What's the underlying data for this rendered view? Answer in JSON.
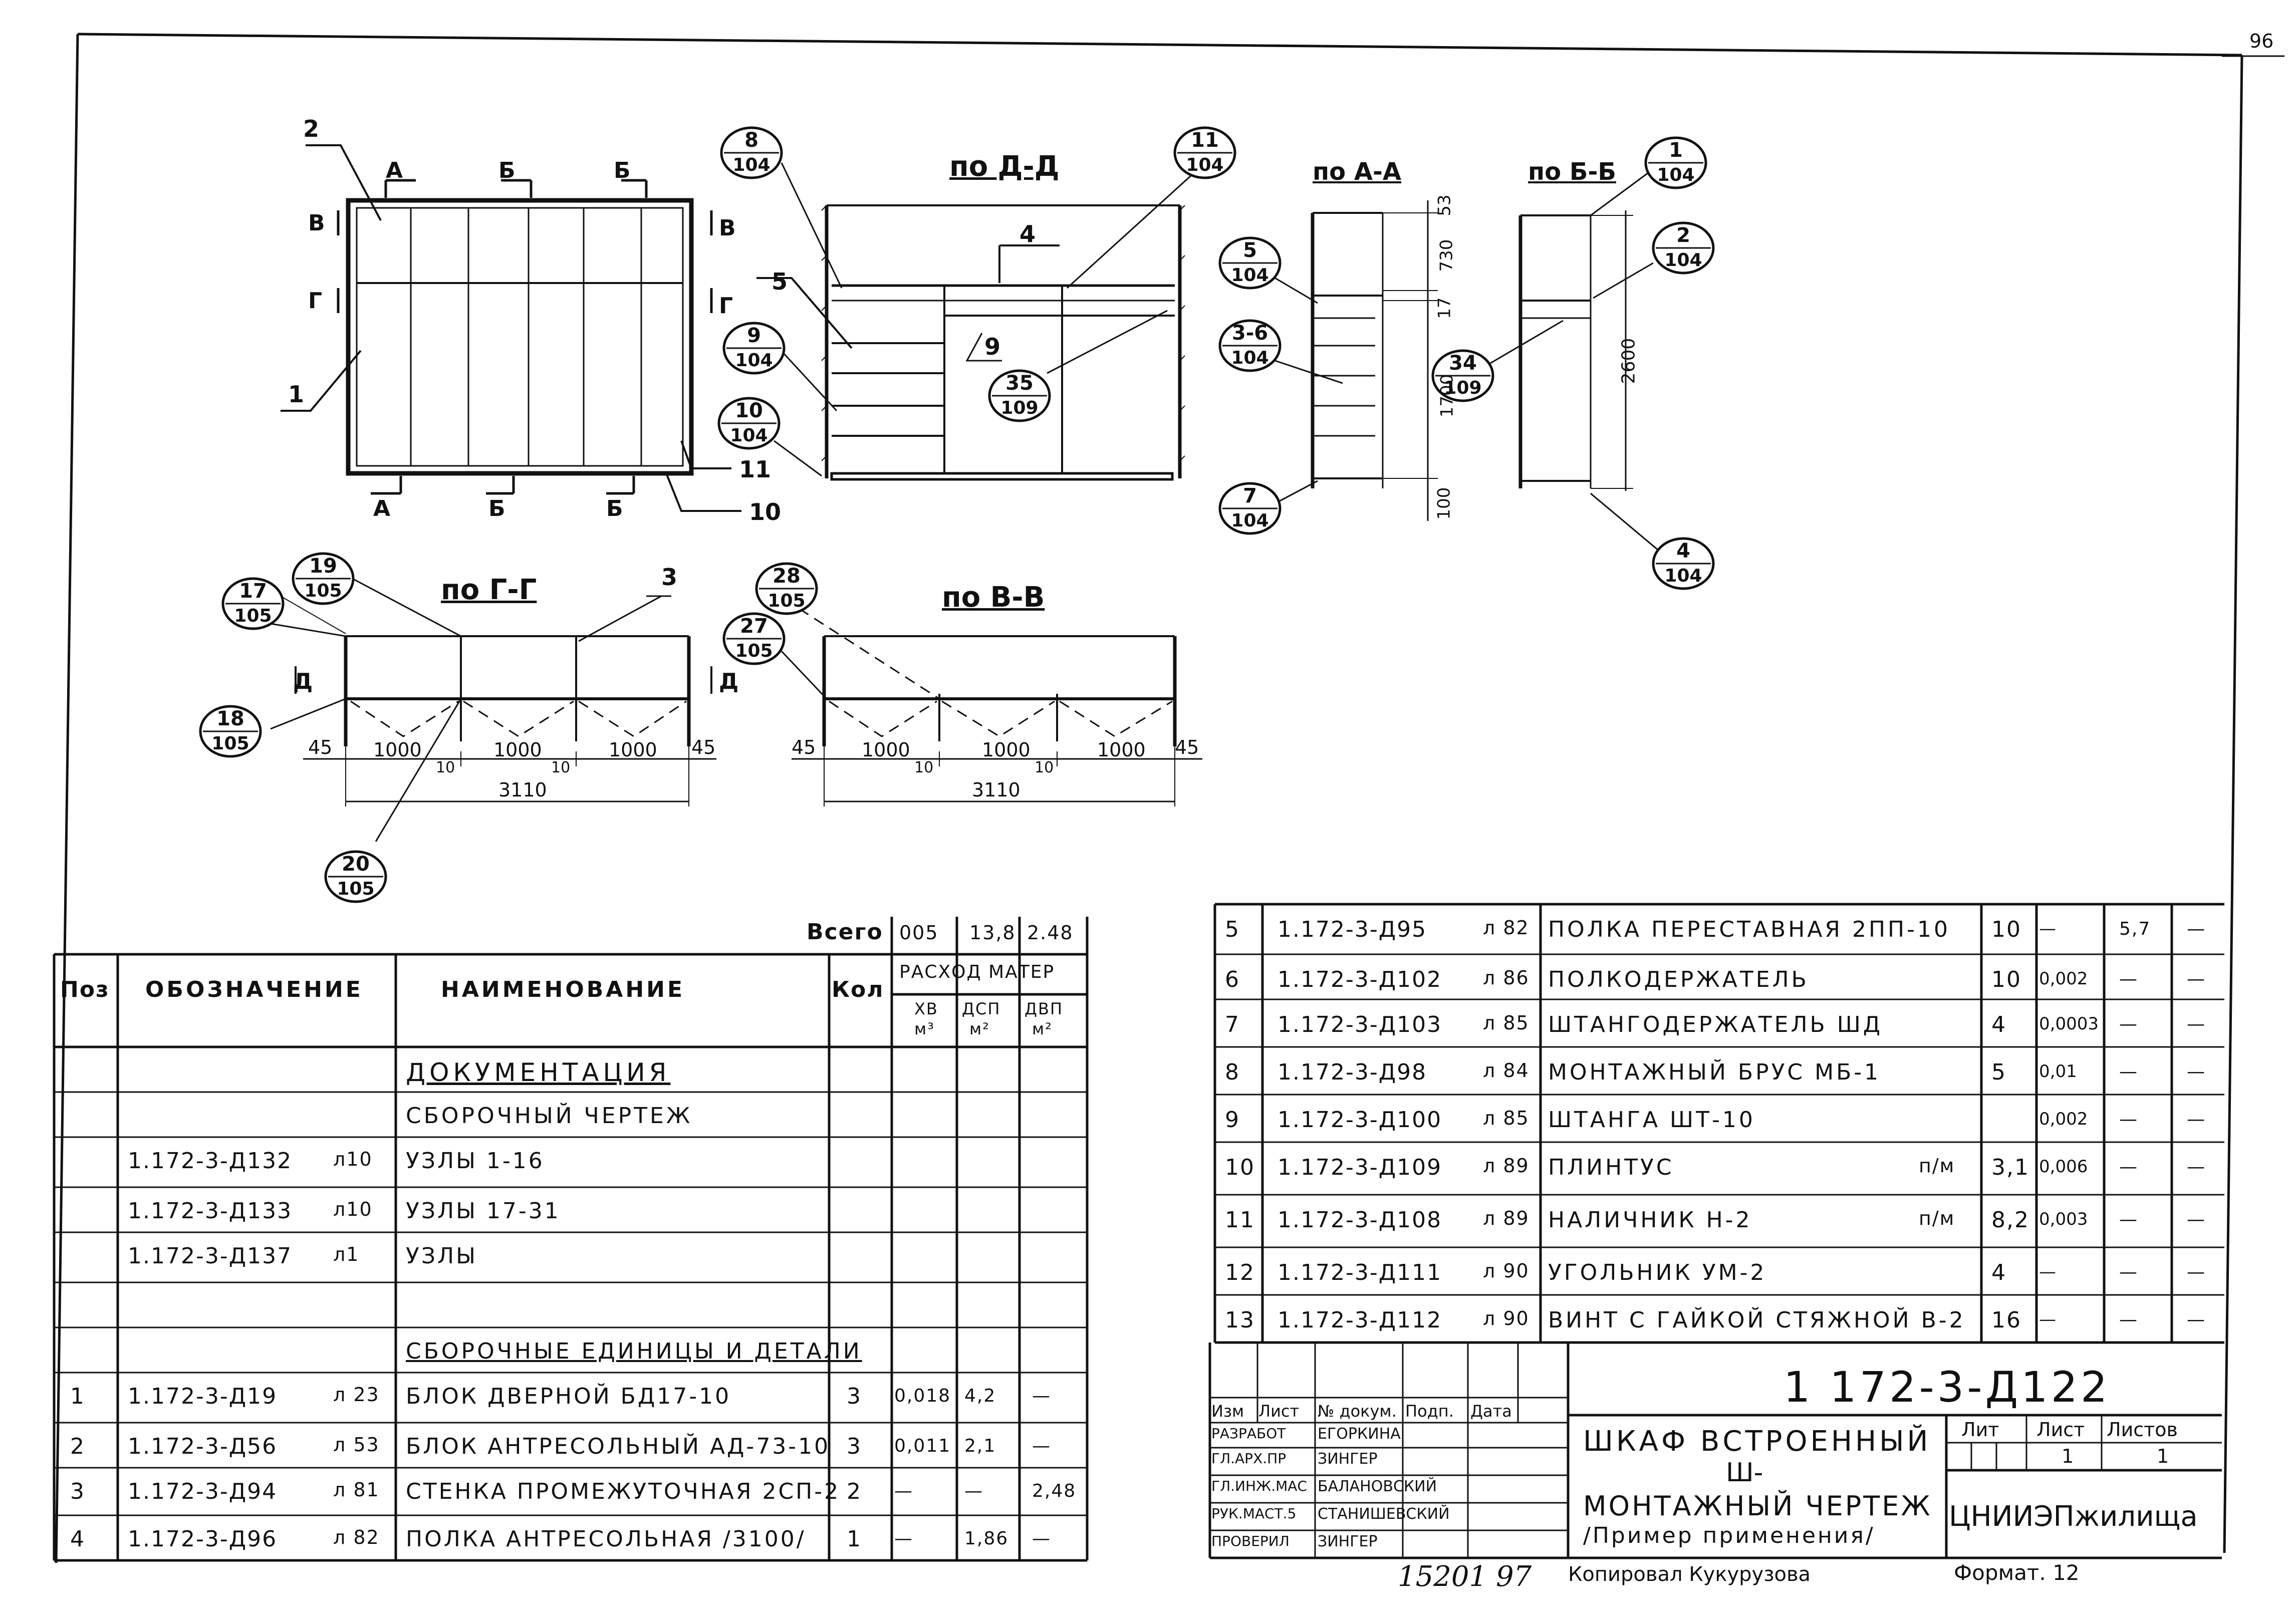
{
  "sheet": {
    "corner_number": "96",
    "designation": "1 172-3-Д122",
    "title_line1": "ШКАФ ВСТРОЕННЫЙ",
    "title_line2": "Ш-",
    "title_line3": "МОНТАЖНЫЙ ЧЕРТЕЖ",
    "title_line4": "/Пример применения/",
    "org": "ЦНИИЭПжилища",
    "lit_label": "Лит",
    "list_label": "Лист",
    "lists_label": "Листов",
    "list_value": "1",
    "lists_value": "1",
    "copied": "Копировал Кукурузова",
    "format": "Формат. 12",
    "inventory": "15201 97"
  },
  "views": {
    "plan_labels": {
      "a": "А",
      "b": "Б",
      "v": "В",
      "g": "Г"
    },
    "section_dd": "по Д-Д",
    "section_aa": "по А-А",
    "section_bb": "по Б-Б",
    "section_gg": "по Г-Г",
    "section_vv": "по В-В",
    "plan_callouts": [
      "2",
      "1",
      "11",
      "10"
    ],
    "dd_callouts": [
      "5",
      "4",
      "9"
    ],
    "gg_callout": "3",
    "d_label": "Д",
    "dims_aa": [
      "53",
      "730",
      "17",
      "1700",
      "100"
    ],
    "dim_bb": "2600",
    "dims_bottom": [
      "45",
      "1000",
      "1000",
      "1000",
      "45"
    ],
    "dim_gap": "10",
    "dim_total": "3110",
    "bubbles": [
      {
        "n": "8",
        "s": "104"
      },
      {
        "n": "9",
        "s": "104"
      },
      {
        "n": "10",
        "s": "104"
      },
      {
        "n": "35",
        "s": "109"
      },
      {
        "n": "11",
        "s": "104"
      },
      {
        "n": "5",
        "s": "104"
      },
      {
        "n": "3-6",
        "s": "104"
      },
      {
        "n": "7",
        "s": "104"
      },
      {
        "n": "34",
        "s": "109"
      },
      {
        "n": "1",
        "s": "104"
      },
      {
        "n": "2",
        "s": "104"
      },
      {
        "n": "4",
        "s": "104"
      },
      {
        "n": "17",
        "s": "105"
      },
      {
        "n": "19",
        "s": "105"
      },
      {
        "n": "18",
        "s": "105"
      },
      {
        "n": "20",
        "s": "105"
      },
      {
        "n": "28",
        "s": "105"
      },
      {
        "n": "27",
        "s": "105"
      }
    ]
  },
  "spec": {
    "total_label": "Всего",
    "totals": [
      "005",
      "13,8",
      "2.48"
    ],
    "headers": {
      "pos": "Поз",
      "designation": "Обозначение",
      "name": "Наименование",
      "qty": "Кол",
      "consumption": "Расход матер",
      "xv": "ХВ",
      "xv_unit": "м³",
      "dsp": "ДСП",
      "dsp_unit": "м²",
      "dvp": "ДВП",
      "dvp_unit": "м²"
    },
    "rows": [
      {
        "pos": "",
        "code": "",
        "sheet": "",
        "name": "ДОКУМЕНТАЦИЯ",
        "qty": "",
        "xv": "",
        "dsp": "",
        "dvp": ""
      },
      {
        "pos": "",
        "code": "",
        "sheet": "",
        "name": "Сборочный чертеж",
        "qty": "",
        "xv": "",
        "dsp": "",
        "dvp": ""
      },
      {
        "pos": "",
        "code": "1.172-3-Д132",
        "sheet": "л10",
        "name": "Узлы 1-16",
        "qty": "",
        "xv": "",
        "dsp": "",
        "dvp": ""
      },
      {
        "pos": "",
        "code": "1.172-3-Д133",
        "sheet": "л10",
        "name": "Узлы 17-31",
        "qty": "",
        "xv": "",
        "dsp": "",
        "dvp": ""
      },
      {
        "pos": "",
        "code": "1.172-3-Д137",
        "sheet": "л1",
        "name": "Узлы",
        "qty": "",
        "xv": "",
        "dsp": "",
        "dvp": ""
      },
      {
        "pos": "",
        "code": "",
        "sheet": "",
        "name": "",
        "qty": "",
        "xv": "",
        "dsp": "",
        "dvp": ""
      },
      {
        "pos": "",
        "code": "",
        "sheet": "",
        "name": "Сборочные единицы и детали",
        "qty": "",
        "xv": "",
        "dsp": "",
        "dvp": ""
      },
      {
        "pos": "1",
        "code": "1.172-3-Д19",
        "sheet": "л 23",
        "name": "Блок дверной БД17-10",
        "qty": "3",
        "xv": "0,018",
        "dsp": "4,2",
        "dvp": "—"
      },
      {
        "pos": "2",
        "code": "1.172-3-Д56",
        "sheet": "л 53",
        "name": "Блок антресольный АД-73-10",
        "qty": "3",
        "xv": "0,011",
        "dsp": "2,1",
        "dvp": "—"
      },
      {
        "pos": "3",
        "code": "1.172-3-Д94",
        "sheet": "л 81",
        "name": "Стенка промежуточная 2СП-2",
        "qty": "2",
        "xv": "—",
        "dsp": "—",
        "dvp": "2,48"
      },
      {
        "pos": "4",
        "code": "1.172-3-Д96",
        "sheet": "л 82",
        "name": "Полка антресольная /3100/",
        "qty": "1",
        "xv": "—",
        "dsp": "1,86",
        "dvp": "—"
      }
    ],
    "rows_right": [
      {
        "pos": "5",
        "code": "1.172-3-Д95",
        "sheet": "л 82",
        "name": "Полка переставная 2ПП-10",
        "unit": "",
        "qty": "10",
        "xv": "—",
        "dsp": "5,7",
        "dvp": "—"
      },
      {
        "pos": "6",
        "code": "1.172-3-Д102",
        "sheet": "л 86",
        "name": "Полкодержатель",
        "unit": "",
        "qty": "10",
        "xv": "0,002",
        "dsp": "—",
        "dvp": "—"
      },
      {
        "pos": "7",
        "code": "1.172-3-Д103",
        "sheet": "л 85",
        "name": "Штангодержатель ШД",
        "unit": "",
        "qty": "4",
        "xv": "0,0003",
        "dsp": "—",
        "dvp": "—"
      },
      {
        "pos": "8",
        "code": "1.172-3-Д98",
        "sheet": "л 84",
        "name": "Монтажный брус МБ-1",
        "unit": "",
        "qty": "5",
        "xv": "0,01",
        "dsp": "—",
        "dvp": "—"
      },
      {
        "pos": "9",
        "code": "1.172-3-Д100",
        "sheet": "л 85",
        "name": "Штанга ШТ-10",
        "unit": "",
        "qty": "",
        "xv": "0,002",
        "dsp": "—",
        "dvp": "—"
      },
      {
        "pos": "10",
        "code": "1.172-3-Д109",
        "sheet": "л 89",
        "name": "Плинтус",
        "unit": "п/м",
        "qty": "3,1",
        "xv": "0,006",
        "dsp": "—",
        "dvp": "—"
      },
      {
        "pos": "11",
        "code": "1.172-3-Д108",
        "sheet": "л 89",
        "name": "Наличник Н-2",
        "unit": "п/м",
        "qty": "8,2",
        "xv": "0,003",
        "dsp": "—",
        "dvp": "—"
      },
      {
        "pos": "12",
        "code": "1.172-3-Д111",
        "sheet": "л 90",
        "name": "Угольник УМ-2",
        "unit": "",
        "qty": "4",
        "xv": "—",
        "dsp": "—",
        "dvp": "—"
      },
      {
        "pos": "13",
        "code": "1.172-3-Д112",
        "sheet": "л 90",
        "name": "Винт с гайкой стяжной В-2",
        "unit": "",
        "qty": "16",
        "xv": "—",
        "dsp": "—",
        "dvp": "—"
      }
    ]
  },
  "stamp": {
    "headers": [
      "Изм",
      "Лист",
      "№ докум.",
      "Подп.",
      "Дата"
    ],
    "roles": [
      {
        "role": "Разработ",
        "name": "Егоркина"
      },
      {
        "role": "Гл.арх.пр",
        "name": "Зингер"
      },
      {
        "role": "Гл.инж.мас",
        "name": "Балановский"
      },
      {
        "role": "Рук.маст.5",
        "name": "Станишевский"
      },
      {
        "role": "Проверил",
        "name": "Зингер"
      }
    ]
  }
}
